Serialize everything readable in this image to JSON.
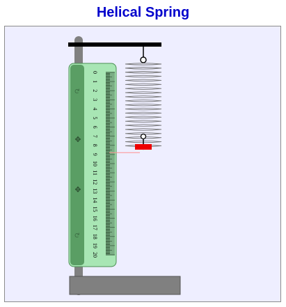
{
  "title": "Helical Spring",
  "colors": {
    "title": "#0000cc",
    "panel_bg": "#eeeeff",
    "stand": "#808080",
    "top_bar": "#000000",
    "ruler_body": "#a8e6b4",
    "ruler_strip": "#5a9e64",
    "scale": "#7bae85",
    "coil": "#777777",
    "mass": "#ee0000",
    "pointer": "#ff9090"
  },
  "ruler": {
    "min": 0,
    "max": 20,
    "labels": [
      "0",
      "1",
      "2",
      "3",
      "4",
      "5",
      "6",
      "7",
      "8",
      "9",
      "10",
      "11",
      "12",
      "13",
      "14",
      "15",
      "16",
      "17",
      "18",
      "19",
      "20"
    ]
  },
  "spring": {
    "turns": 21,
    "bottom_reading": 8.8
  },
  "icons": {
    "ruler_top_handle": "circle-arrow-icon",
    "ruler_move_handle_1": "move-arrows-icon",
    "ruler_move_handle_2": "move-arrows-icon",
    "ruler_bottom_handle": "circle-arrow-icon",
    "ruler_handle_glyph": "↻",
    "move_glyph": "✥"
  }
}
